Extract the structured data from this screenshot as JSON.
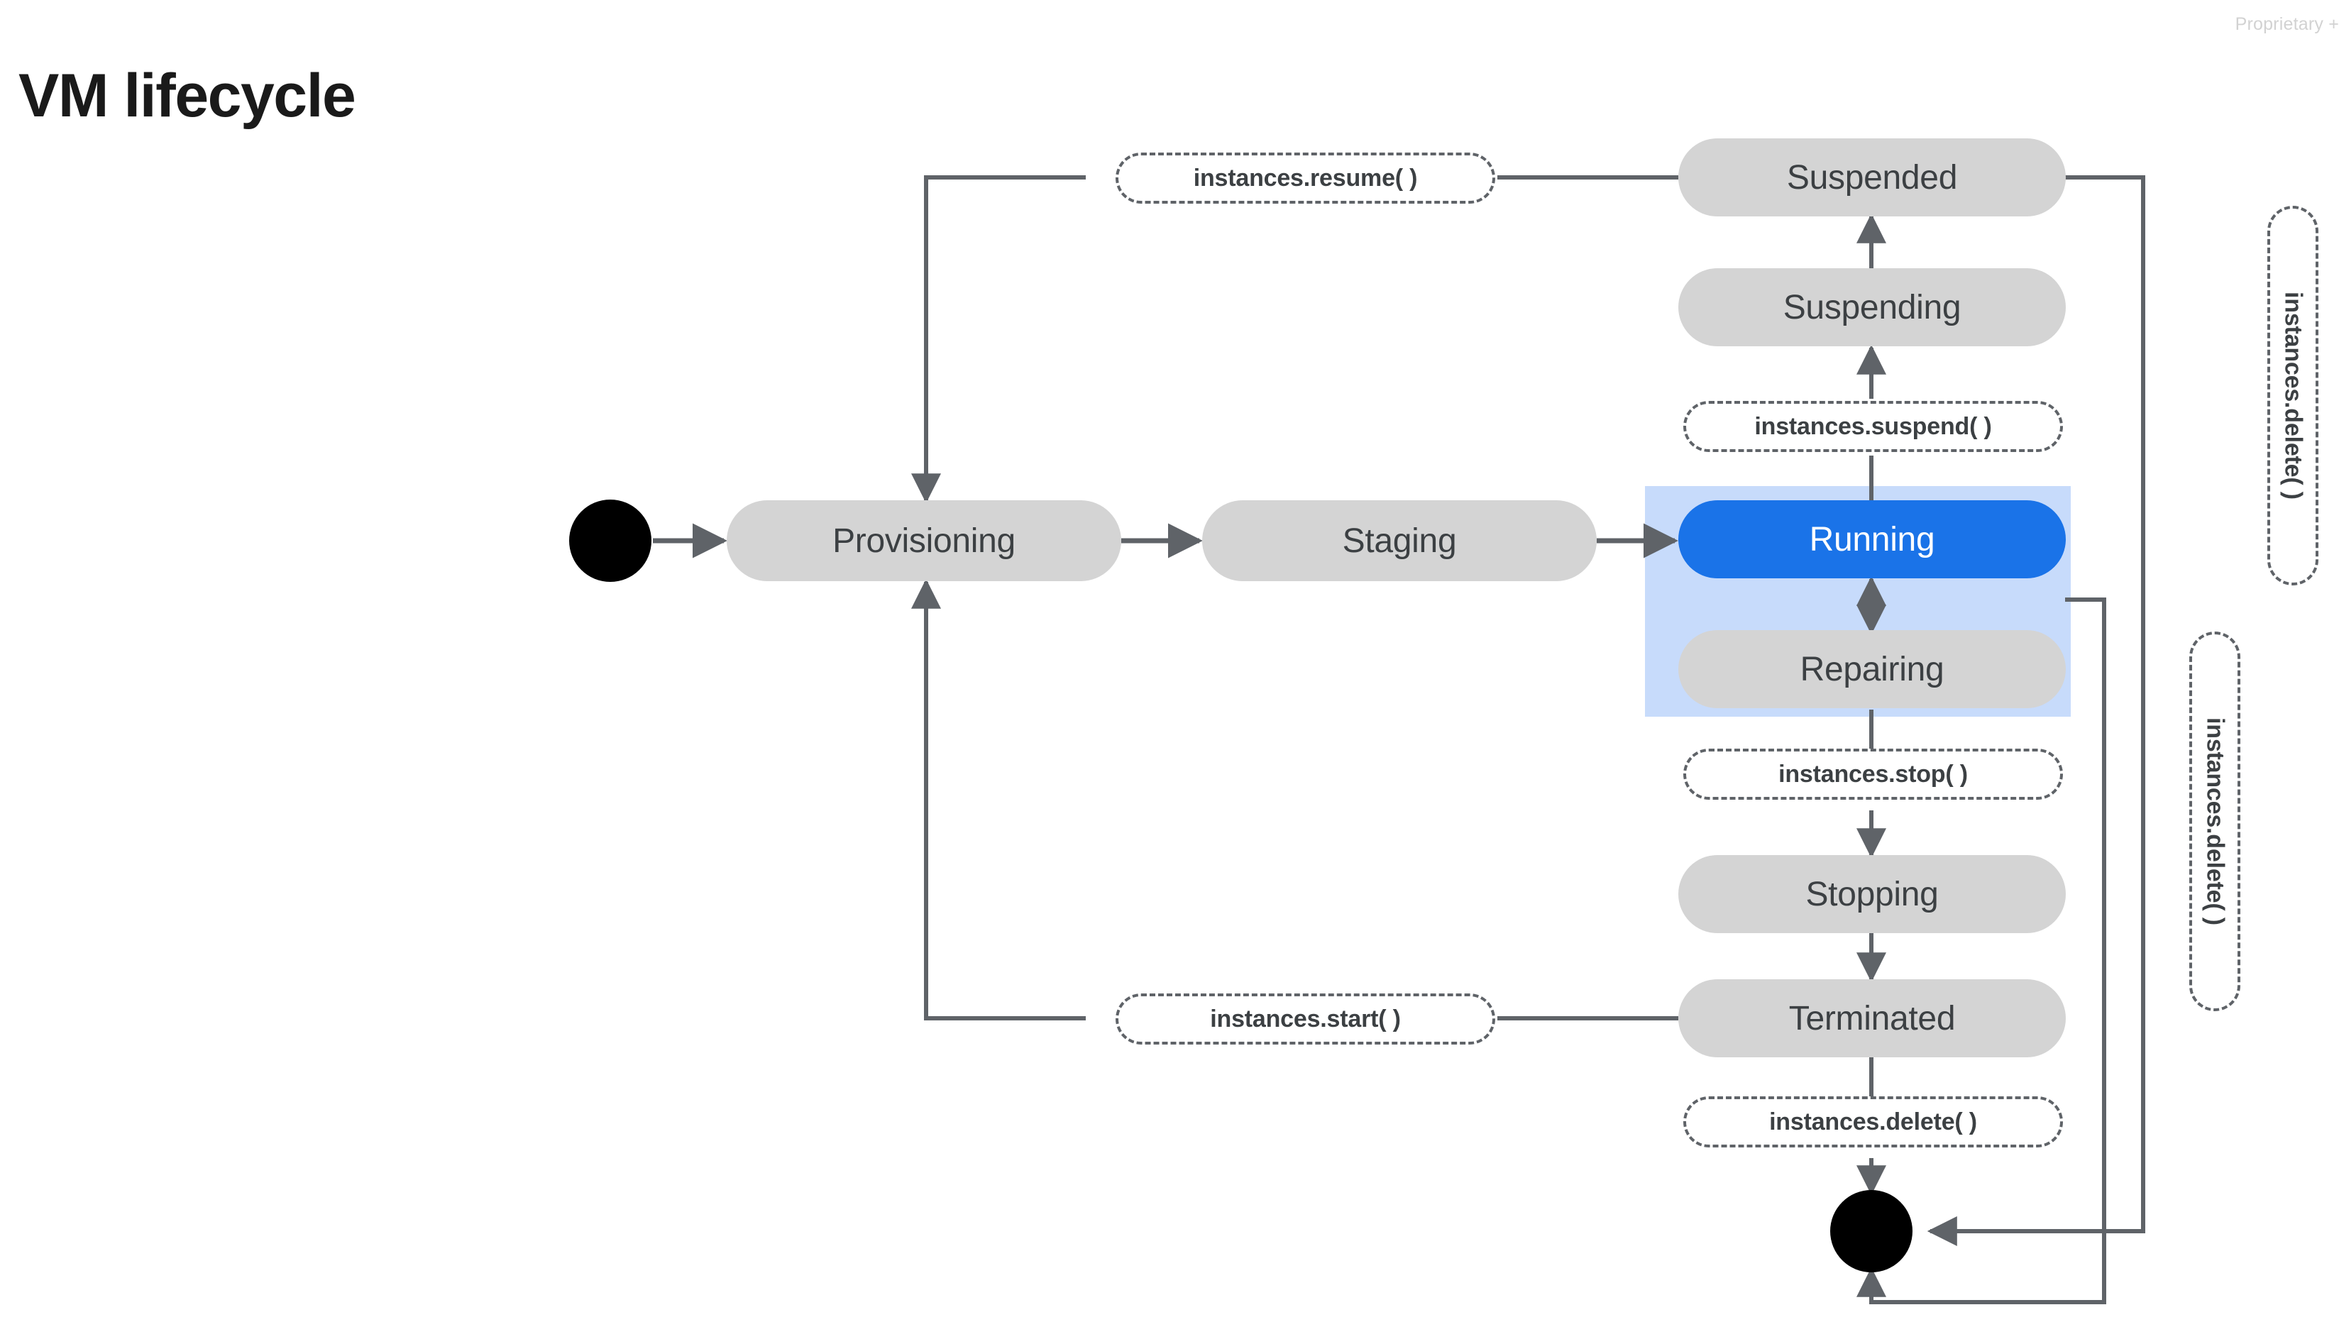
{
  "slide": {
    "title": "VM lifecycle",
    "confidential_notice": "Proprietary + "
  },
  "colors": {
    "state_default_bg": "#d4d4d4",
    "state_active_bg": "#1a73e8",
    "state_active_text": "#ffffff",
    "highlight_band": "#c7dbfb",
    "edge": "#5f6368",
    "terminal": "#000000",
    "title_text": "#1a1a1a",
    "notice_text": "#d2d2d2"
  },
  "diagram": {
    "type": "state-machine",
    "start_node_label": "start",
    "end_node_label": "end",
    "states": [
      {
        "id": "provisioning",
        "label": "Provisioning",
        "style": "default"
      },
      {
        "id": "staging",
        "label": "Staging",
        "style": "default"
      },
      {
        "id": "suspended",
        "label": "Suspended",
        "style": "default"
      },
      {
        "id": "suspending",
        "label": "Suspending",
        "style": "default"
      },
      {
        "id": "running",
        "label": "Running",
        "style": "active"
      },
      {
        "id": "repairing",
        "label": "Repairing",
        "style": "default"
      },
      {
        "id": "stopping",
        "label": "Stopping",
        "style": "default"
      },
      {
        "id": "terminated",
        "label": "Terminated",
        "style": "default"
      }
    ],
    "transition_labels": [
      {
        "id": "resume",
        "label": "instances.resume( )",
        "orientation": "horizontal"
      },
      {
        "id": "suspend",
        "label": "instances.suspend( )",
        "orientation": "horizontal"
      },
      {
        "id": "stop",
        "label": "instances.stop( )",
        "orientation": "horizontal"
      },
      {
        "id": "start",
        "label": "instances.start( )",
        "orientation": "horizontal"
      },
      {
        "id": "delete-bottom",
        "label": "instances.delete( )",
        "orientation": "horizontal"
      },
      {
        "id": "delete-right-1",
        "label": "instances.delete( )",
        "orientation": "vertical"
      },
      {
        "id": "delete-right-2",
        "label": "instances.delete( )",
        "orientation": "vertical"
      }
    ],
    "edges": [
      {
        "from": "start",
        "to": "provisioning",
        "label": ""
      },
      {
        "from": "provisioning",
        "to": "staging",
        "label": ""
      },
      {
        "from": "staging",
        "to": "running",
        "label": ""
      },
      {
        "from": "running",
        "to": "suspending",
        "label": "instances.suspend( )"
      },
      {
        "from": "suspending",
        "to": "suspended",
        "label": ""
      },
      {
        "from": "suspended",
        "to": "provisioning",
        "label": "instances.resume( )"
      },
      {
        "from": "running",
        "to": "repairing",
        "label": "",
        "bidirectional": true
      },
      {
        "from": "running",
        "to": "stopping",
        "label": "instances.stop( )"
      },
      {
        "from": "stopping",
        "to": "terminated",
        "label": ""
      },
      {
        "from": "terminated",
        "to": "provisioning",
        "label": "instances.start( )"
      },
      {
        "from": "terminated",
        "to": "end",
        "label": "instances.delete( )"
      },
      {
        "from": "suspended",
        "to": "end",
        "label": "instances.delete( )"
      },
      {
        "from": "running",
        "to": "end",
        "label": "instances.delete( )"
      }
    ]
  }
}
